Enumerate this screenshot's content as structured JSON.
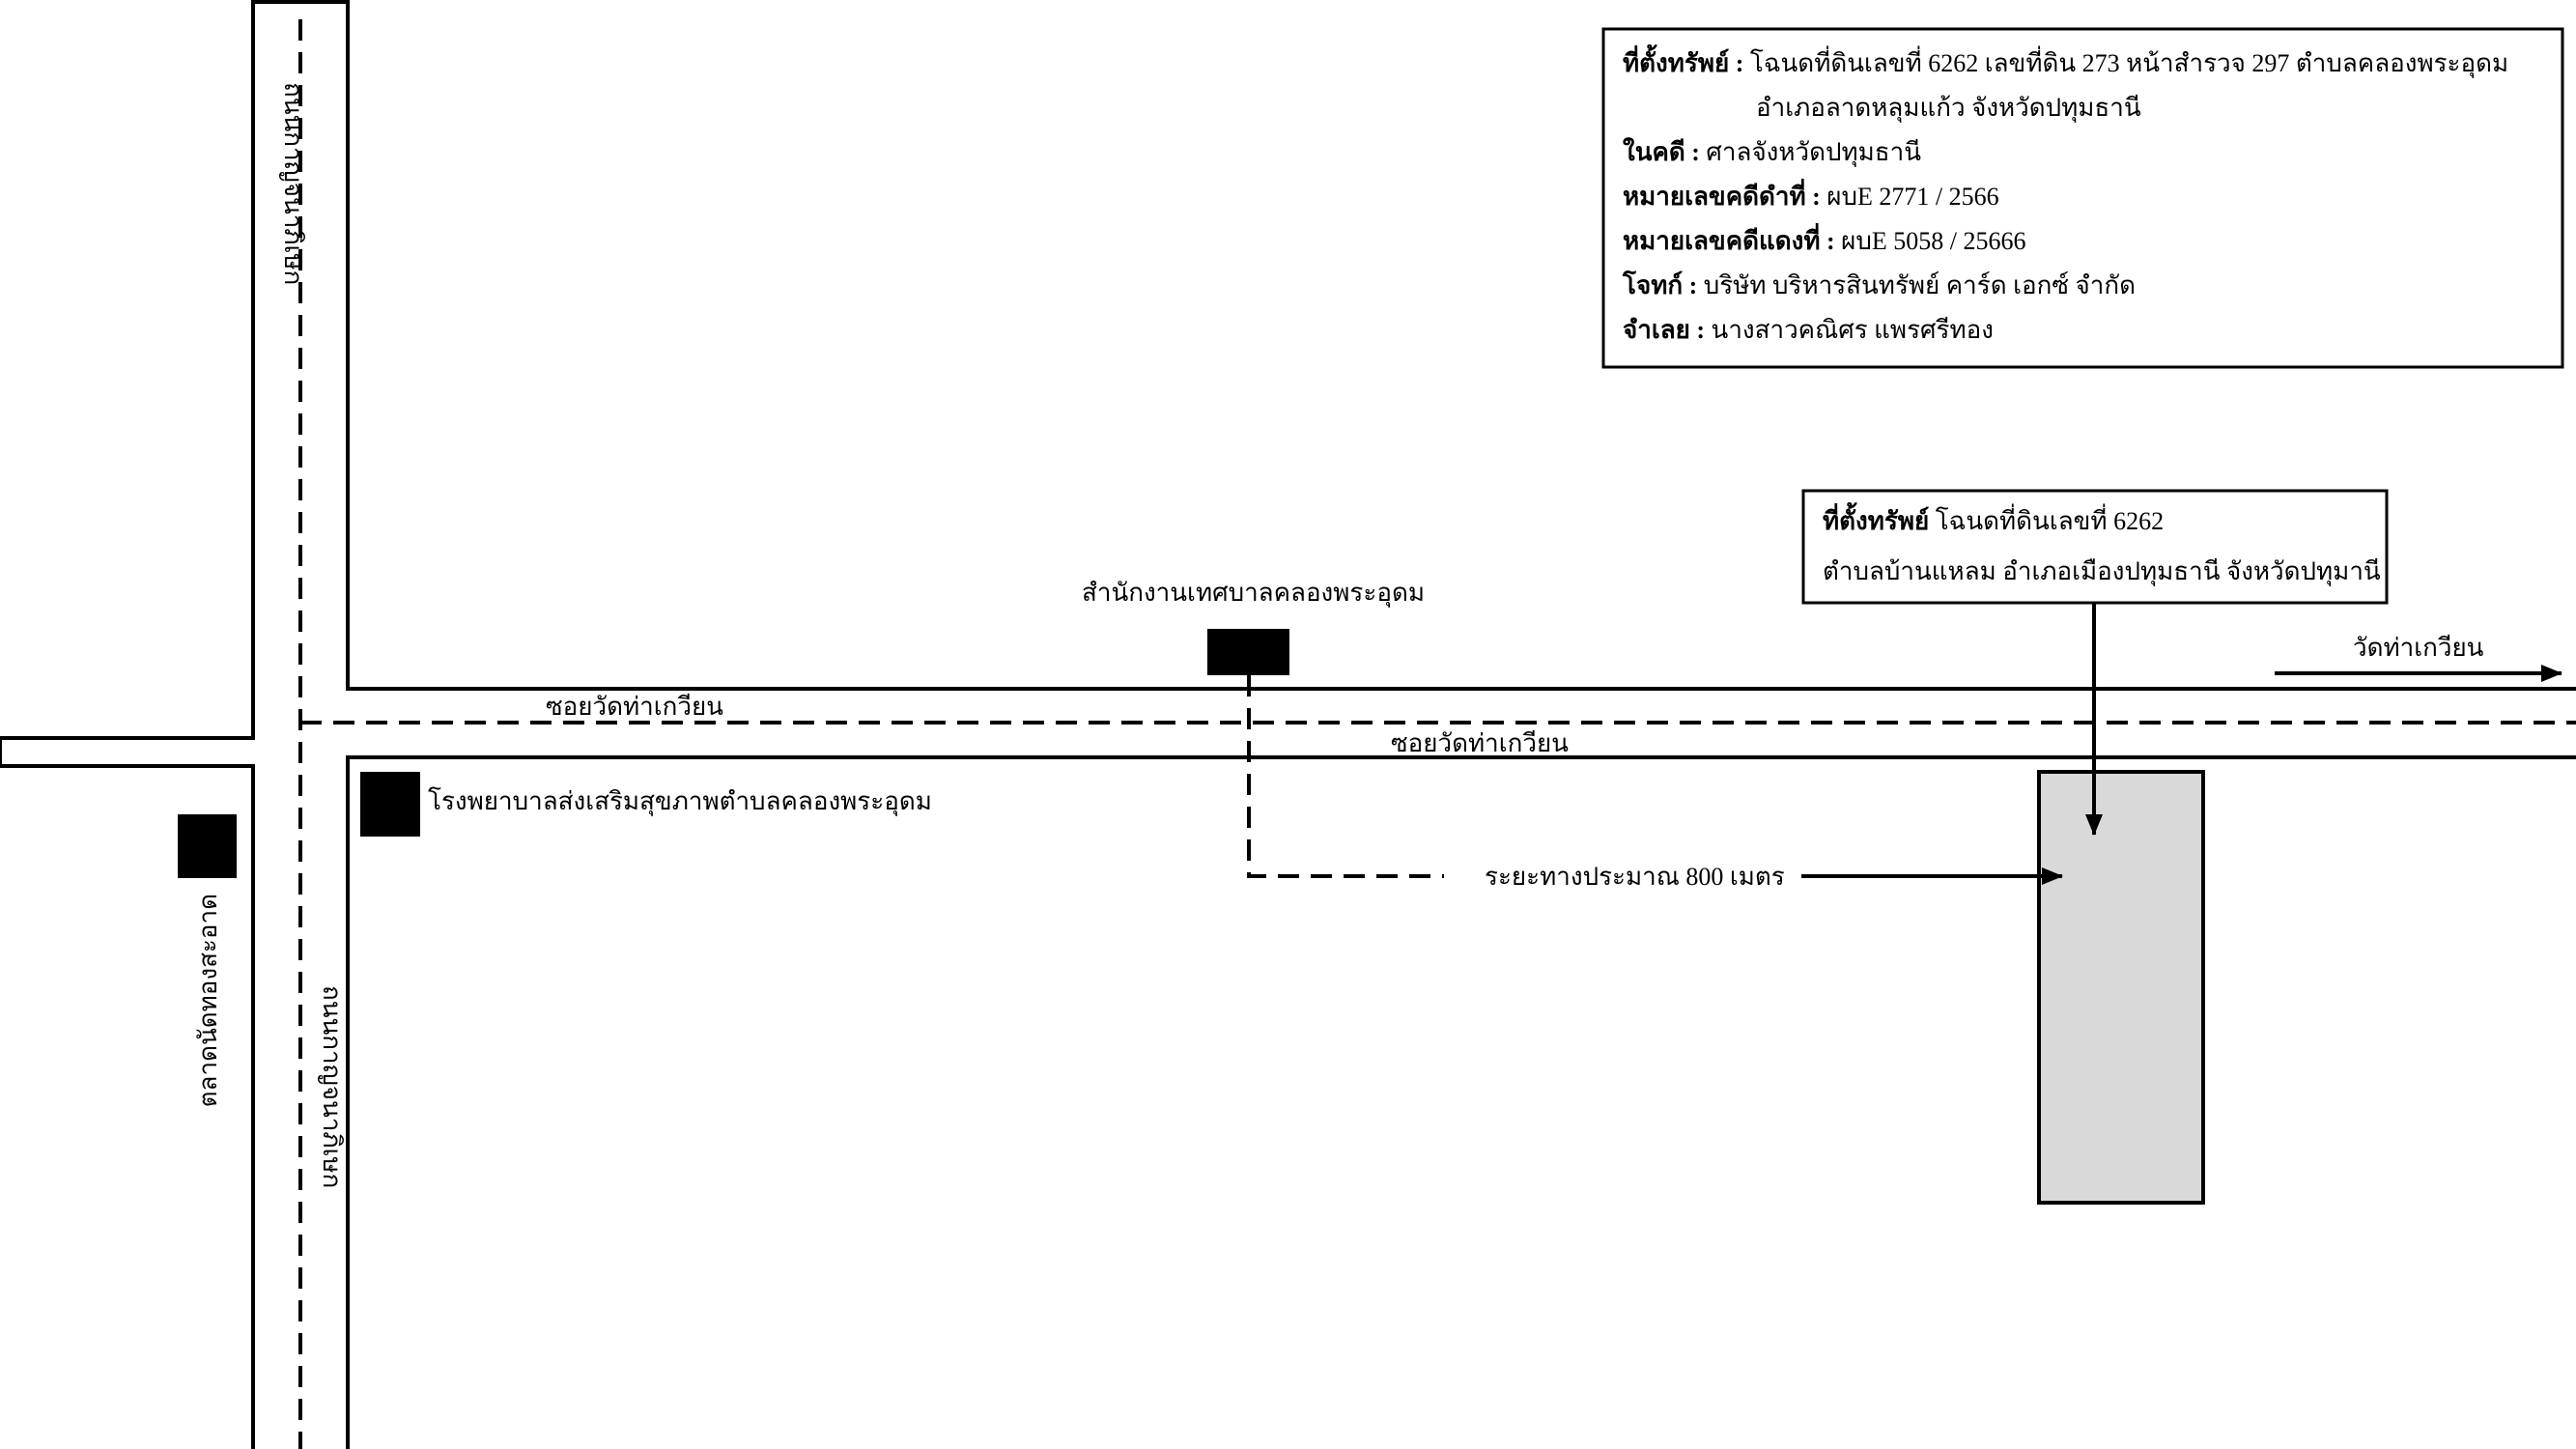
{
  "info_box": {
    "line1_label": "ที่ตั้งทรัพย์ : ",
    "line1_value": "โฉนดที่ดินเลขที่ 6262 เลขที่ดิน 273 หน้าสำรวจ 297 ตำบลคลองพระอุดม",
    "line2_value": "อำเภอลาดหลุมแก้ว จังหวัดปทุมธานี",
    "court_label": "ในคดี : ",
    "court_value": "ศาลจังหวัดปทุมธานี",
    "black_case_label": "หมายเลขคดีดำที่ : ",
    "black_case_value": "ผบE 2771 / 2566",
    "red_case_label": "หมายเลขคดีแดงที่ : ",
    "red_case_value": "ผบE 5058 / 25666",
    "plaintiff_label": "โจทก์ : ",
    "plaintiff_value": "บริษัท บริหารสินทรัพย์ คาร์ด เอกซ์ จำกัด",
    "defendant_label": "จำเลย : ",
    "defendant_value": "นางสาวคณิศร แพรศรีทอง"
  },
  "callout": {
    "label": "ที่ตั้งทรัพย์",
    "line1_value": " โฉนดที่ดินเลขที่ 6262",
    "line2": "ตำบลบ้านแหลม อำเภอเมืองปทุมธานี จังหวัดปทุมานี"
  },
  "labels": {
    "road_vertical_top": "ถนนกาญจนาภิเษก",
    "road_vertical_bottom": "ถนนกาญจนาภิเษก",
    "soi_upper": "ซอยวัดท่าเกวียน",
    "soi_lower": "ซอยวัดท่าเกวียน",
    "municipal_office": "สำนักงานเทศบาลคลองพระอุดม",
    "hospital": "โรงพยาบาลส่งเสริมสุขภาพตำบลคลองพระอุดม",
    "market": "ตลาดนัดทองสะอาด",
    "temple_direction": "วัดท่าเกวียน",
    "distance": "ระยะทางประมาณ 800 เมตร"
  },
  "colors": {
    "line": "#000000",
    "parcel_fill": "#d9d9d9",
    "landmark_fill": "#000000",
    "background": "#ffffff"
  }
}
